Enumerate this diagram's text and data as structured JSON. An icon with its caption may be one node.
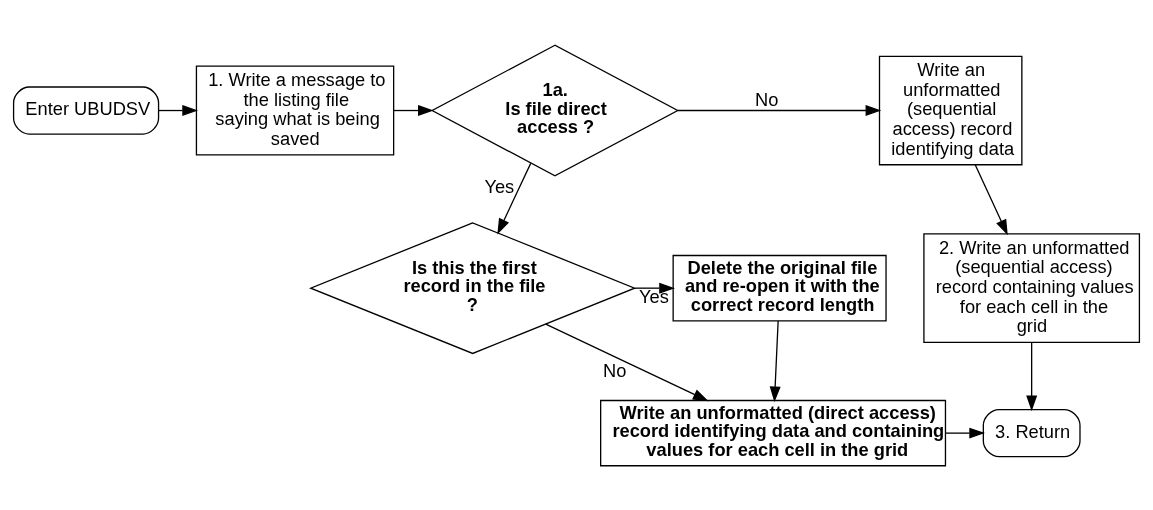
{
  "diagram": {
    "nodes": [
      {
        "text": [
          "Enter UBUDSV"
        ]
      },
      {
        "text": [
          "1. Write a message to the listing file saying what is being saved"
        ]
      },
      {
        "text": [
          "1a.",
          "Is file direct access ?"
        ]
      },
      {
        "text": [
          "Write an unformatted (sequential access) record identifying data"
        ]
      },
      {
        "text": [
          "Is this the first record in the file ?"
        ]
      },
      {
        "text": [
          "Delete the original file and re-open it with the correct record length"
        ]
      },
      {
        "text": [
          "2. Write an unformatted (sequential access) record containing values for each cell in the grid"
        ]
      },
      {
        "text": [
          "Write an unformatted (direct access) record identifying data and containing values for each cell in the grid"
        ]
      },
      {
        "text": [
          "3. Return"
        ]
      }
    ],
    "edges": [
      {
        "from": 0,
        "to": 1,
        "arrow": "to"
      },
      {
        "from": 1,
        "to": 2,
        "arrow": "to"
      },
      {
        "from": 2,
        "to": 3,
        "arrow": "to",
        "label": "No"
      },
      {
        "from": 2,
        "to": 4,
        "arrow": "to",
        "label": "Yes"
      },
      {
        "from": 3,
        "to": 6,
        "arrow": "to"
      },
      {
        "from": 4,
        "to": 5,
        "arrow": "to",
        "label": "Yes"
      },
      {
        "from": 4,
        "to": 7,
        "arrow": "to",
        "label": "No"
      },
      {
        "from": 5,
        "to": 7,
        "arrow": "to"
      },
      {
        "from": 6,
        "to": 8,
        "arrow": "to"
      },
      {
        "from": 7,
        "to": 8,
        "arrow": "to"
      }
    ]
  }
}
